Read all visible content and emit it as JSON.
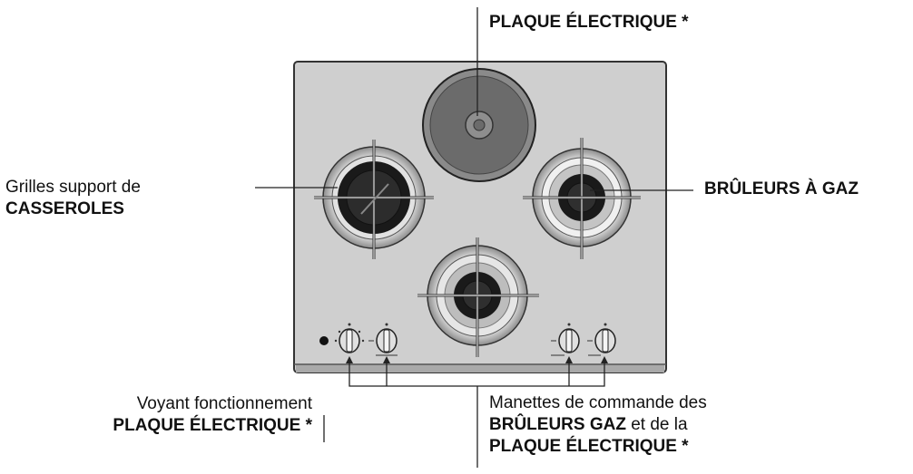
{
  "labels": {
    "electric_plate": "PLAQUE ÉLECTRIQUE *",
    "gas_burners": "BRÛLEURS À GAZ",
    "grates_line1": "Grilles support de",
    "grates_line2": "CASSEROLES",
    "indicator_line1": "Voyant fonctionnement",
    "indicator_line2": "PLAQUE ÉLECTRIQUE *",
    "controls_line1": "Manettes de commande des",
    "controls_line2_bold": "BRÛLEURS GAZ",
    "controls_line2_rest": " et de la",
    "controls_line3": "PLAQUE ÉLECTRIQUE *"
  },
  "colors": {
    "cooktop": "#cfcfcf",
    "burner_cap": "#1a1a1a",
    "electric_plate": "#6b6b6b",
    "lines": "#222222"
  },
  "icons": [
    "knob-icon",
    "indicator-light-icon"
  ]
}
